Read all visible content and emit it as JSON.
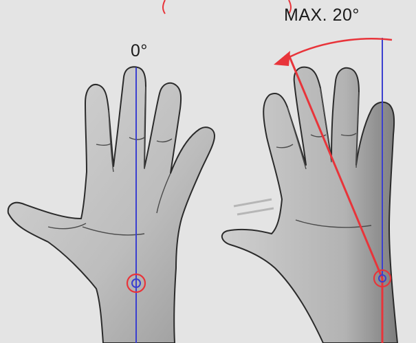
{
  "labels": {
    "neutral_angle": "0°",
    "max_angle": "MAX. 20°"
  },
  "colors": {
    "background": "#e4e4e4",
    "axis_line": "#3a3fd0",
    "deviation_line": "#e8343a",
    "hand_fill": "#c9c9c9",
    "hand_outline": "#2a2a2a"
  },
  "icons": {
    "left_hand": "hand-neutral-illustration",
    "right_hand": "hand-ulnar-deviation-illustration",
    "pivot": "wrist-pivot-circle",
    "arrow": "curved-rotation-arrow"
  }
}
